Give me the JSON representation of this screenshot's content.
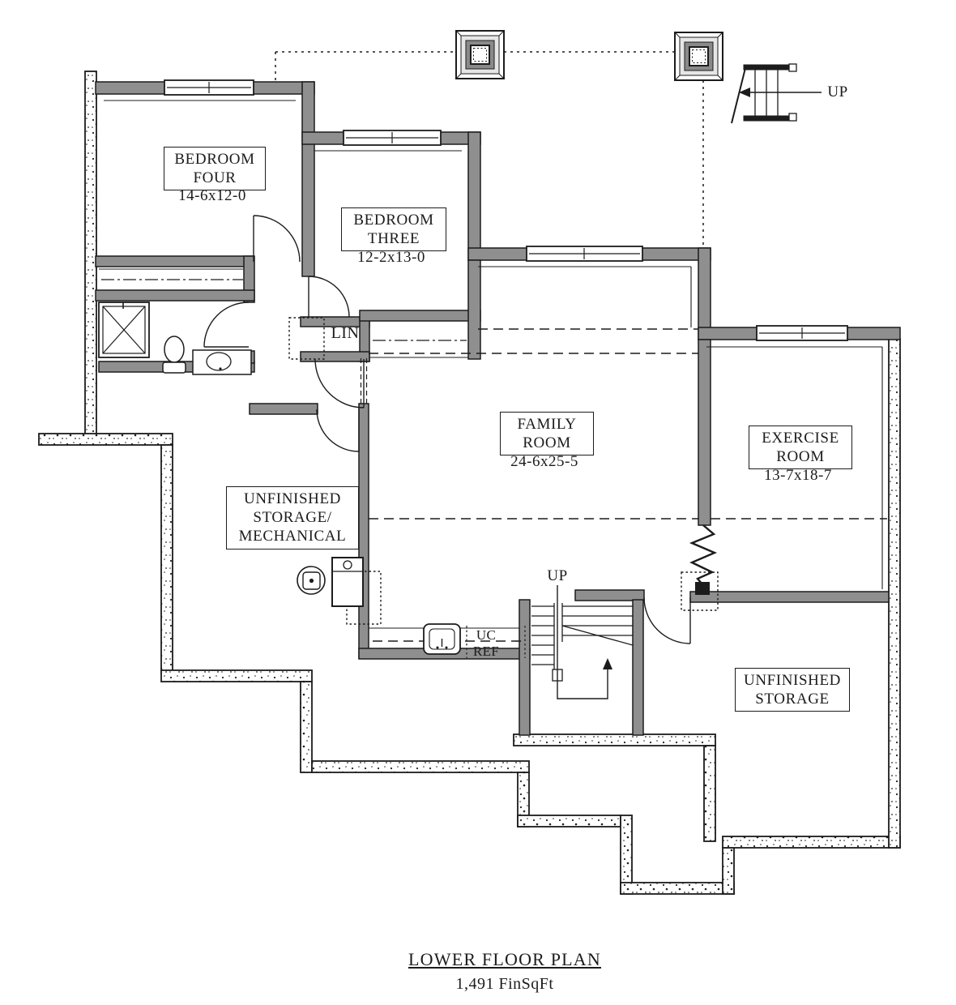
{
  "plan": {
    "rooms": {
      "bedroom_four": {
        "name_line1": "BEDROOM",
        "name_line2": "FOUR",
        "dims": "14-6x12-0"
      },
      "bedroom_three": {
        "name_line1": "BEDROOM",
        "name_line2": "THREE",
        "dims": "12-2x13-0"
      },
      "family_room": {
        "name_line1": "FAMILY",
        "name_line2": "ROOM",
        "dims": "24-6x25-5"
      },
      "exercise_room": {
        "name_line1": "EXERCISE",
        "name_line2": "ROOM",
        "dims": "13-7x18-7"
      },
      "unfinished_storage_mechanical": {
        "name_line1": "UNFINISHED",
        "name_line2": "STORAGE/",
        "name_line3": "MECHANICAL"
      },
      "unfinished_storage": {
        "name_line1": "UNFINISHED",
        "name_line2": "STORAGE"
      },
      "linen_closet": {
        "abbr": "LIN"
      }
    },
    "stairs": {
      "main_up_label": "UP",
      "exterior_up_label": "UP"
    },
    "appliances": {
      "under_counter_fridge_line1": "UC",
      "under_counter_fridge_line2": "REF"
    },
    "footer": {
      "title": "LOWER FLOOR PLAN",
      "area": "1,491 FinSqFt"
    }
  },
  "colors": {
    "background": "#ffffff",
    "line": "#1c1c1c",
    "framed_wall_fill": "#8f8f8f",
    "concrete_stipple": "#222222"
  }
}
